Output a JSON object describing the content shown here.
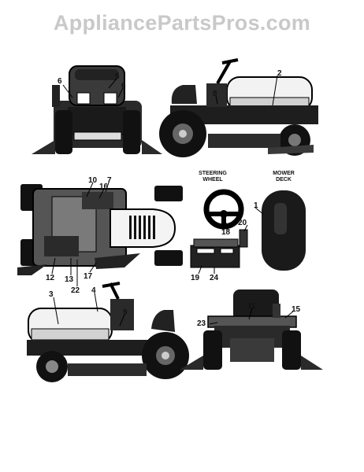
{
  "watermark": "AppliancePartsPros.com",
  "captions": {
    "steering_wheel_line1": "STEERING",
    "steering_wheel_line2": "WHEEL",
    "mower_deck_line1": "MOWER",
    "mower_deck_line2": "DECK"
  },
  "callouts": {
    "c1": "1",
    "c2": "2",
    "c3": "3",
    "c4": "4",
    "c5": "5",
    "c6a": "6",
    "c6b": "6",
    "c7": "7",
    "c8": "8",
    "c9": "9",
    "c10": "10",
    "c11": "11",
    "c12": "12",
    "c13": "13",
    "c15": "15",
    "c16": "16",
    "c17": "17",
    "c18": "18",
    "c19": "19",
    "c20": "20",
    "c22": "22",
    "c23": "23",
    "c24": "24"
  }
}
